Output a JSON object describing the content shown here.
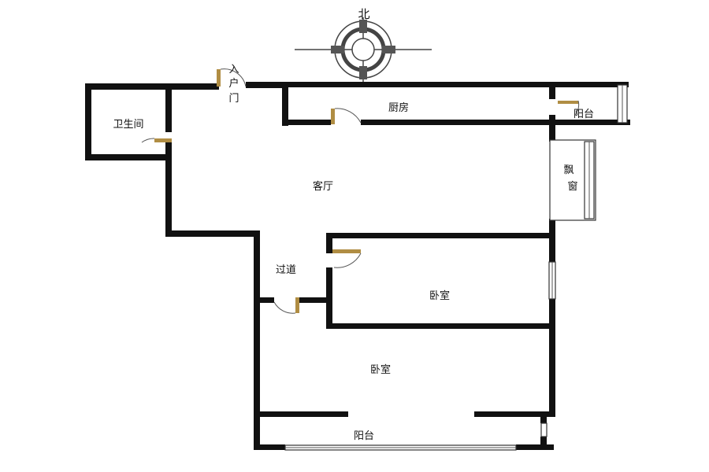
{
  "compass": {
    "label": "北"
  },
  "rooms": {
    "entrance": {
      "line1": "入",
      "line2": "户",
      "line3": "门"
    },
    "bathroom": "卫生间",
    "kitchen": "厨房",
    "balcony_north": "阳台",
    "bay_window": {
      "line1": "飘",
      "line2": "窗"
    },
    "living_room": "客厅",
    "corridor": "过道",
    "bedroom_1": "卧室",
    "bedroom_2": "卧室",
    "balcony_south": "阳台"
  },
  "colors": {
    "wall": "#111111",
    "door": "#b08d43",
    "background": "#ffffff"
  }
}
